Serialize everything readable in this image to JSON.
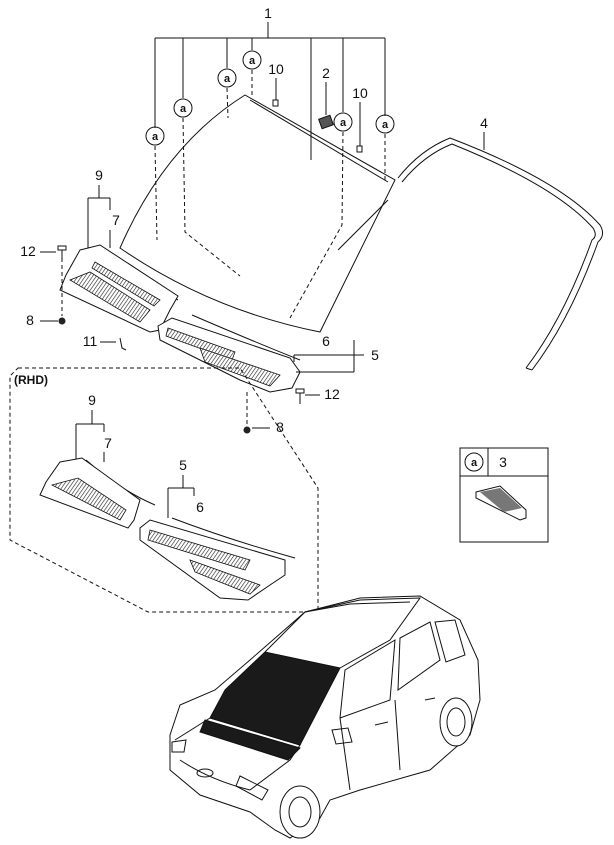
{
  "callouts": {
    "n1": "1",
    "n2": "2",
    "n3": "3",
    "n4": "4",
    "n5": "5",
    "n6": "6",
    "n7": "7",
    "n8": "8",
    "n9": "9",
    "n10": "10",
    "n11": "11",
    "n12": "12"
  },
  "bubble_letter": "a",
  "rhd_label": "(RHD)",
  "legend": {
    "letter": "a",
    "number": "3"
  }
}
